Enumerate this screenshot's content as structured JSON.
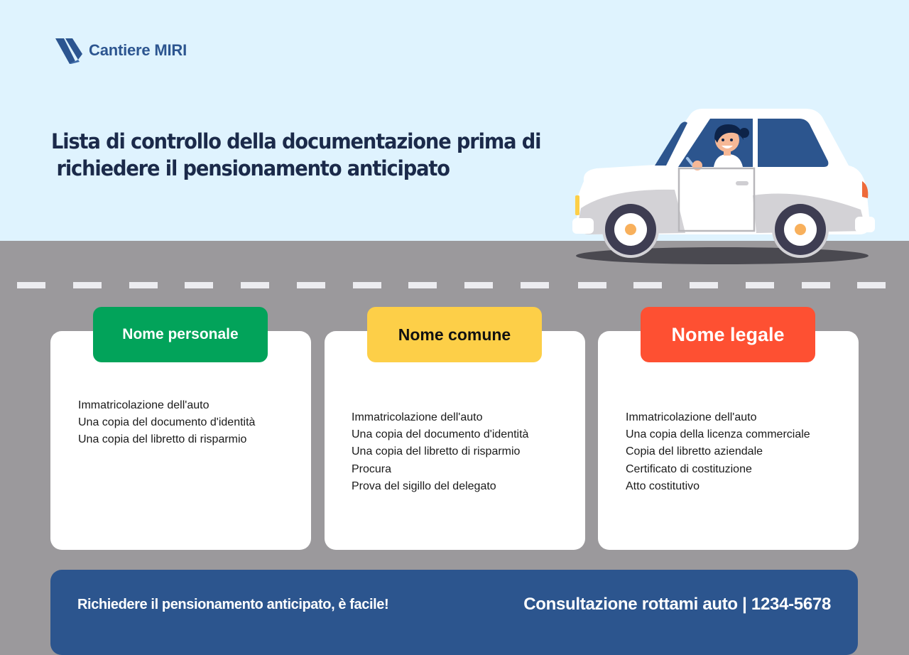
{
  "brand": {
    "name": "Cantiere MIRI",
    "logo_icon": "folded-chevron-logo-icon",
    "color": "#2c5590"
  },
  "title": {
    "line1": "Lista di controllo della documentazione prima di",
    "line2": "richiedere il pensionamento anticipato"
  },
  "illustration": {
    "subject": "car-with-smiling-driver-icon",
    "car_color": "#ffffff",
    "window_color": "#2c558e"
  },
  "colors": {
    "sky": "#dff3fe",
    "road": "#9b999c",
    "lane_marking": "#ececf0",
    "footer": "#2c558e"
  },
  "cards": [
    {
      "label": "Nome personale",
      "color": "#02a35a",
      "items": [
        "Immatricolazione dell'auto",
        "Una copia del documento d'identità",
        "Una copia del libretto di risparmio"
      ]
    },
    {
      "label": "Nome comune",
      "color": "#fdcf48",
      "items": [
        "Immatricolazione dell'auto",
        "Una copia del documento d'identità",
        "Una copia del libretto di risparmio",
        "Procura",
        "Prova del sigillo del delegato"
      ]
    },
    {
      "label": "Nome legale",
      "color": "#fe5032",
      "items": [
        "Immatricolazione dell'auto",
        "Una copia della licenza commerciale",
        "Copia del libretto aziendale",
        "Certificato di costituzione",
        "Atto costitutivo"
      ]
    }
  ],
  "footer": {
    "tagline": "Richiedere il pensionamento anticipato, è facile!",
    "contact": "Consultazione rottami auto | 1234-5678"
  }
}
